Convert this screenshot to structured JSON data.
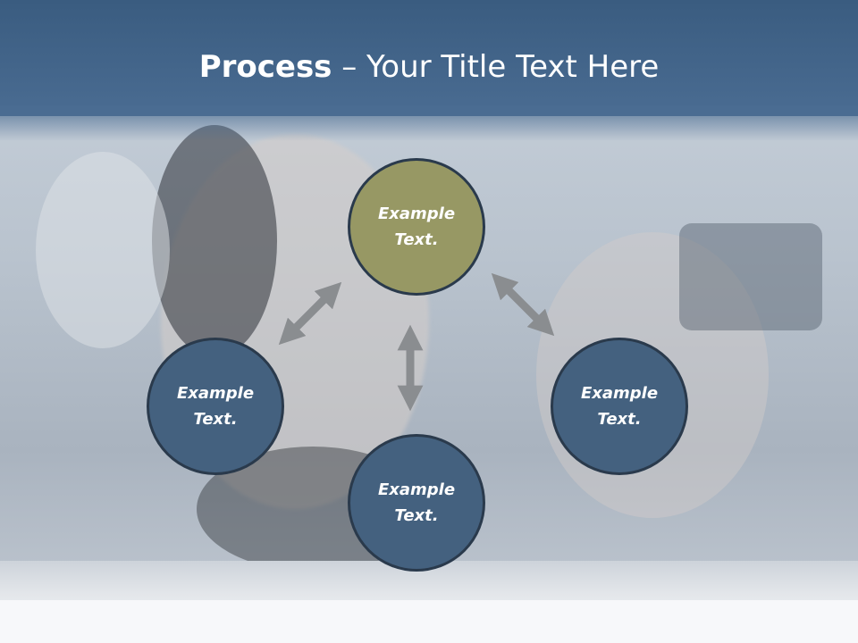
{
  "title": {
    "bold": "Process",
    "rest": " – Your Title Text Here"
  },
  "nodes": {
    "top": "Example\nText.",
    "left": "Example\nText.",
    "right": "Example\nText.",
    "bottom": "Example\nText."
  },
  "colors": {
    "header": "#3f6186",
    "node_blue": "#44617f",
    "node_olive": "#979864",
    "arrow": "#8a8d90"
  },
  "icons": [
    "double-arrow-icon"
  ]
}
